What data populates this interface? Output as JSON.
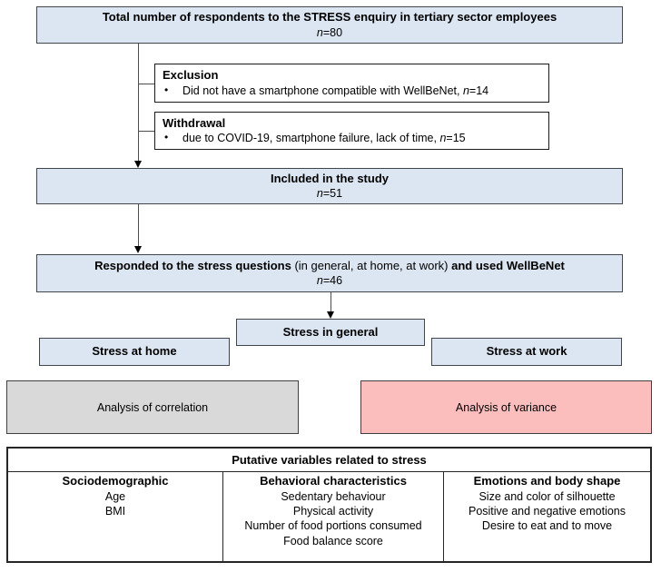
{
  "diagram": {
    "top_box": {
      "title": "Total number of respondents to the STRESS enquiry  in tertiary sector employees",
      "n_var": "n",
      "n_eq": "=80"
    },
    "exclusion_box": {
      "title": "Exclusion",
      "bullet": "•",
      "text": "Did not have a smartphone  compatible with WellBeNet, ",
      "n_var": "n",
      "n_eq": "=14"
    },
    "withdrawal_box": {
      "title": "Withdrawal",
      "bullet": "•",
      "text": "due to COVID-19, smartphone failure, lack of time,  ",
      "n_var": "n",
      "n_eq": "=15"
    },
    "included_box": {
      "title": "Included in the study",
      "n_var": "n",
      "n_eq": "=51"
    },
    "responded_box": {
      "bold1": "Responded to the stress questions ",
      "regular": "(in general, at home, at work) ",
      "bold2": "and used WellBeNet",
      "n_var": "n",
      "n_eq": "=46"
    },
    "stress_general": "Stress in general",
    "stress_home": "Stress at home",
    "stress_work": "Stress at work",
    "correlation_box": "Analysis of correlation",
    "variance_box": "Analysis of variance",
    "table": {
      "header": "Putative variables related to stress",
      "columns": [
        {
          "title": "Sociodemographic",
          "items": [
            "Age",
            "BMI"
          ]
        },
        {
          "title": "Behavioral characteristics",
          "items": [
            "Sedentary behaviour",
            "Physical activity",
            "Number of food  portions consumed",
            "Food balance score"
          ]
        },
        {
          "title": "Emotions and body shape",
          "items": [
            "Size and color of silhouette",
            "Positive and negative emotions",
            "Desire to eat and to move"
          ]
        }
      ]
    },
    "colors": {
      "box_blue": "#dce6f2",
      "box_gray": "#d9d9d9",
      "box_pink": "#fcbdbd",
      "border": "#404040"
    }
  }
}
